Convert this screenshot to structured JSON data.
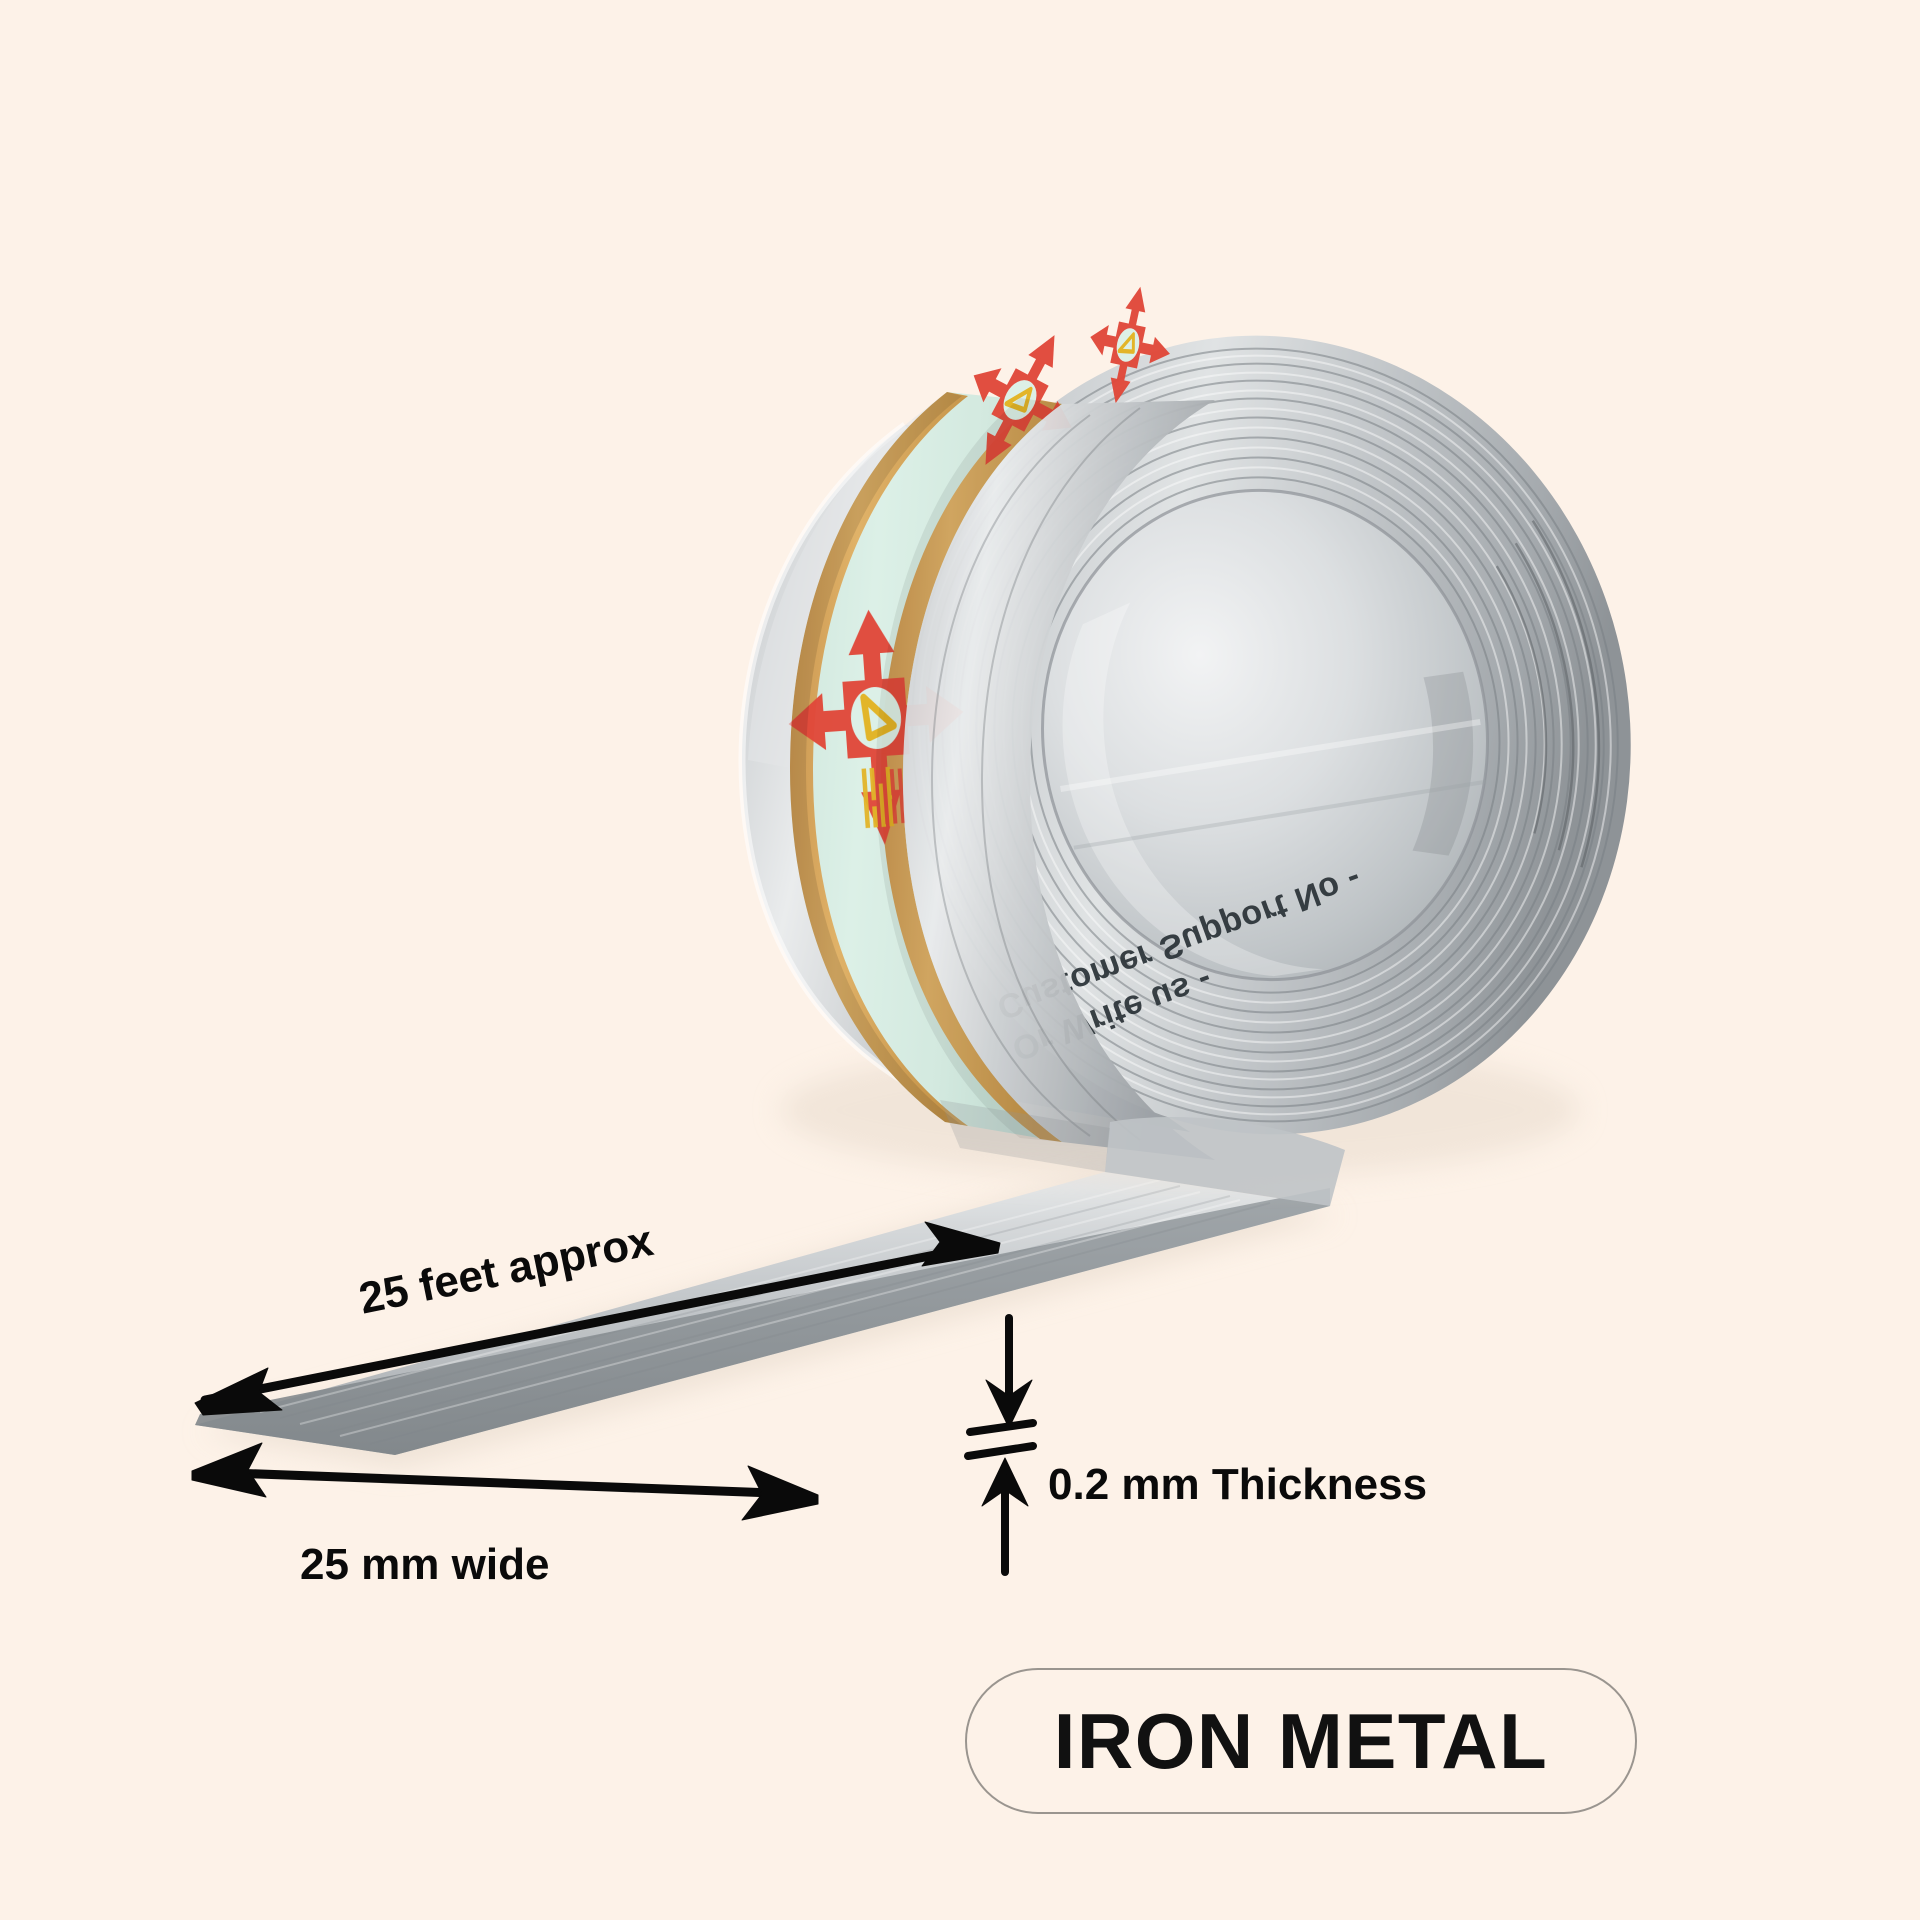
{
  "page": {
    "background_color": "#FDF2E8",
    "product_type": "metal-strip-roll-product-photo"
  },
  "product": {
    "badge_label": "IRON METAL",
    "roll": {
      "label_band_color": "#D8EDE3",
      "stripe_color": "#D8A75C",
      "metal_color": "#C9CCCE",
      "logo_red": "#E0493A",
      "logo_gold": "#E3B323",
      "printed_text_lines": [
        "Or Write us -",
        "Customer Support No -"
      ],
      "logo_name": "four-way-arrow-cross-logo",
      "logo_script_text": "গৃহসজ্জা"
    }
  },
  "dimensions": {
    "length": {
      "value": "25 feet approx",
      "arrow": "double-headed"
    },
    "width": {
      "value": "25 mm wide",
      "arrow": "double-headed"
    },
    "thickness": {
      "value": "0.2 mm Thickness",
      "arrow": "vertical-double-headed"
    }
  }
}
